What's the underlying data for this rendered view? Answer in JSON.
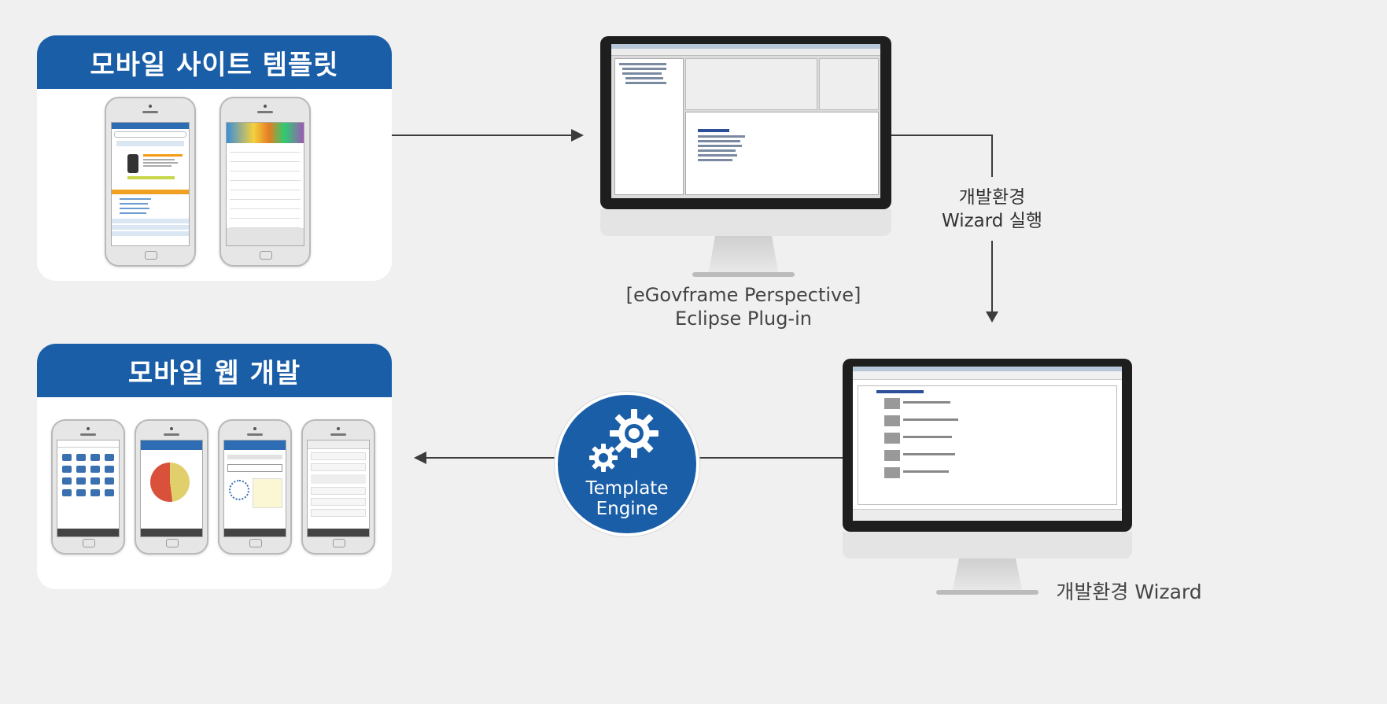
{
  "panels": {
    "top_title": "모바일 사이트 템플릿",
    "bottom_title": "모바일 웹 개발"
  },
  "labels": {
    "eclipse_line1": "[eGovframe Perspective]",
    "eclipse_line2": "Eclipse Plug-in",
    "wizard_step_line1": "개발환경",
    "wizard_step_line2": "Wizard 실행",
    "engine_line1": "Template",
    "engine_line2": "Engine",
    "wizard_caption": "개발환경 Wizard"
  },
  "colors": {
    "brand_blue": "#1a5ea8",
    "background": "#f0f0f0",
    "arrow": "#3c3c3c"
  },
  "icons": [
    "gear-icon",
    "arrow-right-icon",
    "arrow-down-icon",
    "arrow-left-icon"
  ]
}
